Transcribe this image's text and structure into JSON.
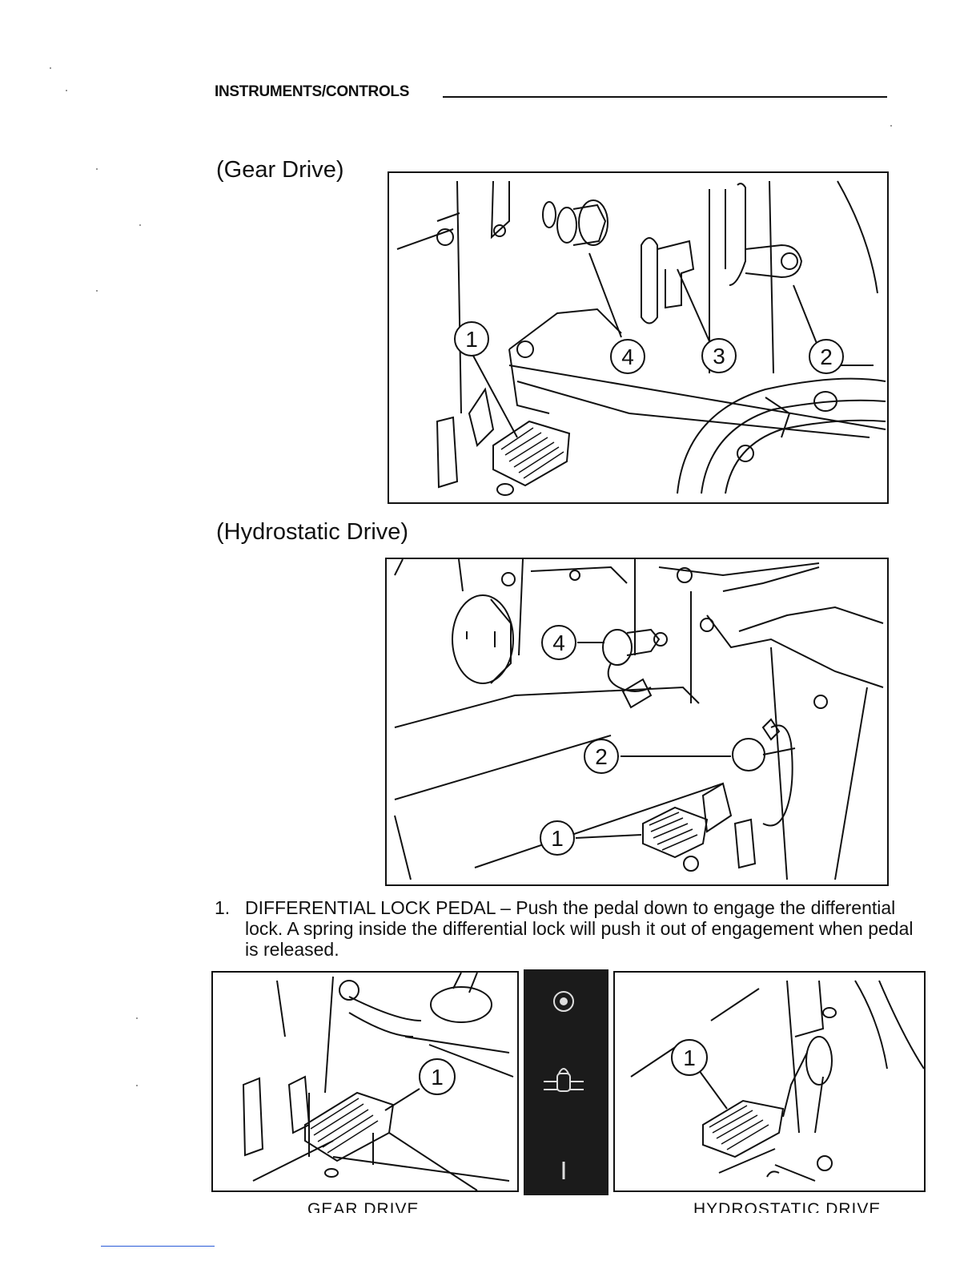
{
  "header": {
    "title": "INSTRUMENTS/CONTROLS"
  },
  "figures": {
    "gear_label": "(Gear Drive)",
    "hydro_label": "(Hydrostatic Drive)",
    "gear_callouts": [
      "1",
      "4",
      "3",
      "2"
    ],
    "hydro_callouts": [
      "4",
      "2",
      "1"
    ],
    "detail_callout_left": "1",
    "detail_callout_right": "1",
    "caption_left": "GEAR DRIVE",
    "caption_right": "HYDROSTATIC DRIVE"
  },
  "items": [
    {
      "number": "1.",
      "text": "DIFFERENTIAL LOCK PEDAL – Push the pedal down to engage the differential lock. A spring inside the differential lock will push it out of engagement when pedal is released."
    }
  ]
}
